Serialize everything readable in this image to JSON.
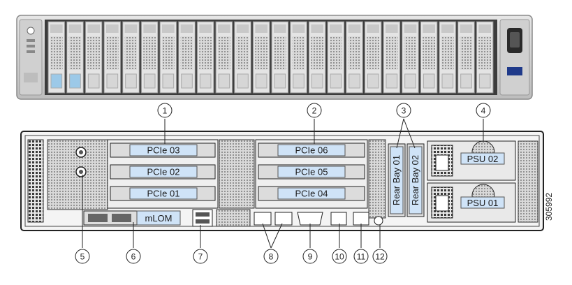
{
  "rear_labels": {
    "pcie_03": "PCIe 03",
    "pcie_02": "PCIe 02",
    "pcie_01": "PCIe 01",
    "pcie_06": "PCIe 06",
    "pcie_05": "PCIe 05",
    "pcie_04": "PCIe 04",
    "rear_bay_01": "Rear Bay 01",
    "rear_bay_02": "Rear Bay 02",
    "psu_02": "PSU 02",
    "psu_01": "PSU 01",
    "mlom": "mLOM"
  },
  "callouts": [
    "1",
    "2",
    "3",
    "4",
    "5",
    "6",
    "7",
    "8",
    "9",
    "10",
    "11",
    "12"
  ],
  "figure_id": "305992",
  "front_drive_count": 24
}
